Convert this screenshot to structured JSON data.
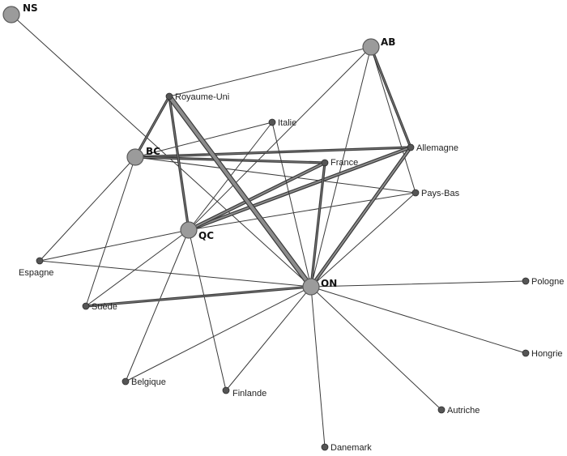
{
  "nodes": {
    "NS": {
      "label": "NS",
      "major": true
    },
    "AB": {
      "label": "AB",
      "major": true
    },
    "BC": {
      "label": "BC",
      "major": true
    },
    "QC": {
      "label": "QC",
      "major": true
    },
    "ON": {
      "label": "ON",
      "major": true
    },
    "ROY": {
      "label": "Royaume-Uni",
      "major": false
    },
    "ITA": {
      "label": "Italie",
      "major": false
    },
    "ALL": {
      "label": "Allemagne",
      "major": false
    },
    "FRA": {
      "label": "France",
      "major": false
    },
    "PB": {
      "label": "Pays-Bas",
      "major": false
    },
    "ESP": {
      "label": "Espagne",
      "major": false
    },
    "SUE": {
      "label": "Suède",
      "major": false
    },
    "POL": {
      "label": "Pologne",
      "major": false
    },
    "HON": {
      "label": "Hongrie",
      "major": false
    },
    "BEL": {
      "label": "Belgique",
      "major": false
    },
    "FIN": {
      "label": "Finlande",
      "major": false
    },
    "AUT": {
      "label": "Autriche",
      "major": false
    },
    "DAN": {
      "label": "Danemark",
      "major": false
    }
  },
  "edges": [
    {
      "source": "NS",
      "target": "ON",
      "weight": 1
    },
    {
      "source": "AB",
      "target": "ROY",
      "weight": 1
    },
    {
      "source": "AB",
      "target": "QC",
      "weight": 1
    },
    {
      "source": "AB",
      "target": "ON",
      "weight": 1
    },
    {
      "source": "AB",
      "target": "ALL",
      "weight": 2
    },
    {
      "source": "AB",
      "target": "PB",
      "weight": 1
    },
    {
      "source": "BC",
      "target": "ROY",
      "weight": 2
    },
    {
      "source": "BC",
      "target": "ITA",
      "weight": 1
    },
    {
      "source": "BC",
      "target": "ALL",
      "weight": 2
    },
    {
      "source": "BC",
      "target": "FRA",
      "weight": 2
    },
    {
      "source": "BC",
      "target": "PB",
      "weight": 1
    },
    {
      "source": "BC",
      "target": "ESP",
      "weight": 1
    },
    {
      "source": "BC",
      "target": "SUE",
      "weight": 1
    },
    {
      "source": "QC",
      "target": "ROY",
      "weight": 2
    },
    {
      "source": "QC",
      "target": "ITA",
      "weight": 1
    },
    {
      "source": "QC",
      "target": "ALL",
      "weight": 3
    },
    {
      "source": "QC",
      "target": "FRA",
      "weight": 3
    },
    {
      "source": "QC",
      "target": "PB",
      "weight": 1
    },
    {
      "source": "QC",
      "target": "ESP",
      "weight": 1
    },
    {
      "source": "QC",
      "target": "SUE",
      "weight": 1
    },
    {
      "source": "QC",
      "target": "BEL",
      "weight": 1
    },
    {
      "source": "QC",
      "target": "FIN",
      "weight": 1
    },
    {
      "source": "ON",
      "target": "ROY",
      "weight": 5
    },
    {
      "source": "ON",
      "target": "ITA",
      "weight": 1
    },
    {
      "source": "ON",
      "target": "ALL",
      "weight": 3
    },
    {
      "source": "ON",
      "target": "FRA",
      "weight": 2
    },
    {
      "source": "ON",
      "target": "PB",
      "weight": 1
    },
    {
      "source": "ON",
      "target": "ESP",
      "weight": 1
    },
    {
      "source": "ON",
      "target": "SUE",
      "weight": 2
    },
    {
      "source": "ON",
      "target": "POL",
      "weight": 1
    },
    {
      "source": "ON",
      "target": "HON",
      "weight": 1
    },
    {
      "source": "ON",
      "target": "BEL",
      "weight": 1
    },
    {
      "source": "ON",
      "target": "FIN",
      "weight": 1
    },
    {
      "source": "ON",
      "target": "AUT",
      "weight": 1
    },
    {
      "source": "ON",
      "target": "DAN",
      "weight": 1
    }
  ]
}
